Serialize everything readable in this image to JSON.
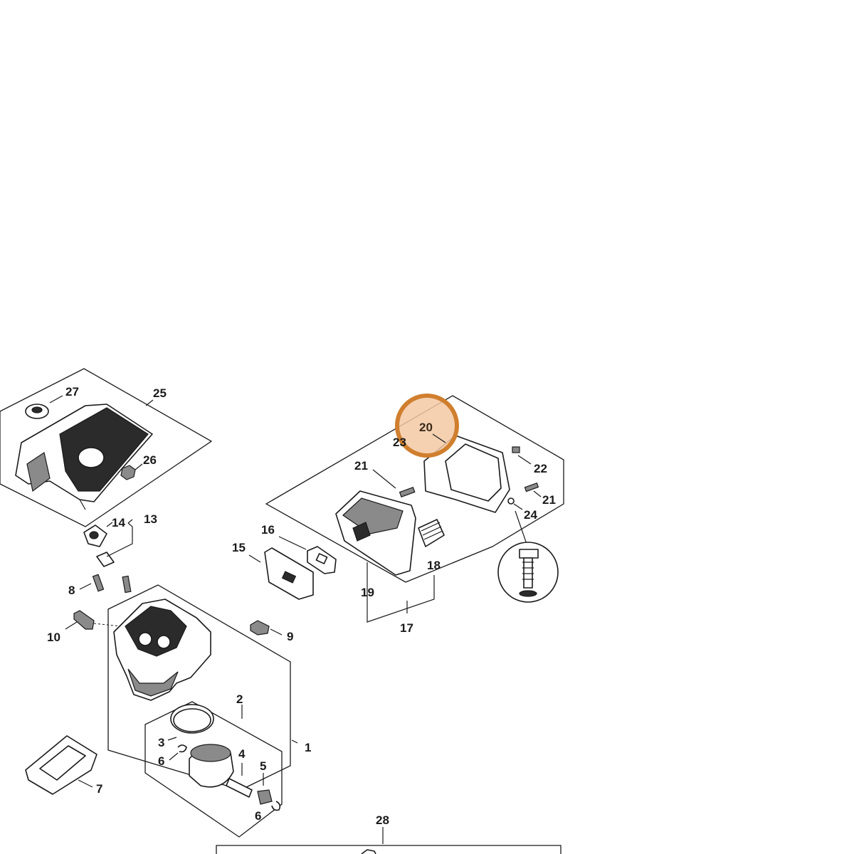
{
  "callouts": {
    "c1": "1",
    "c2": "2",
    "c3": "3",
    "c4": "4",
    "c5": "5",
    "c6a": "6",
    "c6b": "6",
    "c7": "7",
    "c8": "8",
    "c9": "9",
    "c10": "10",
    "c13": "13",
    "c14": "14",
    "c15": "15",
    "c16": "16",
    "c17": "17",
    "c18": "18",
    "c19": "19",
    "c20": "20",
    "c21a": "21",
    "c21b": "21",
    "c22": "22",
    "c23": "23",
    "c24": "24",
    "c25": "25",
    "c26": "26",
    "c27": "27",
    "c28": "28"
  },
  "highlight": {
    "label": "20",
    "color": "#d07f2e",
    "fill": "#f3c9a4"
  }
}
